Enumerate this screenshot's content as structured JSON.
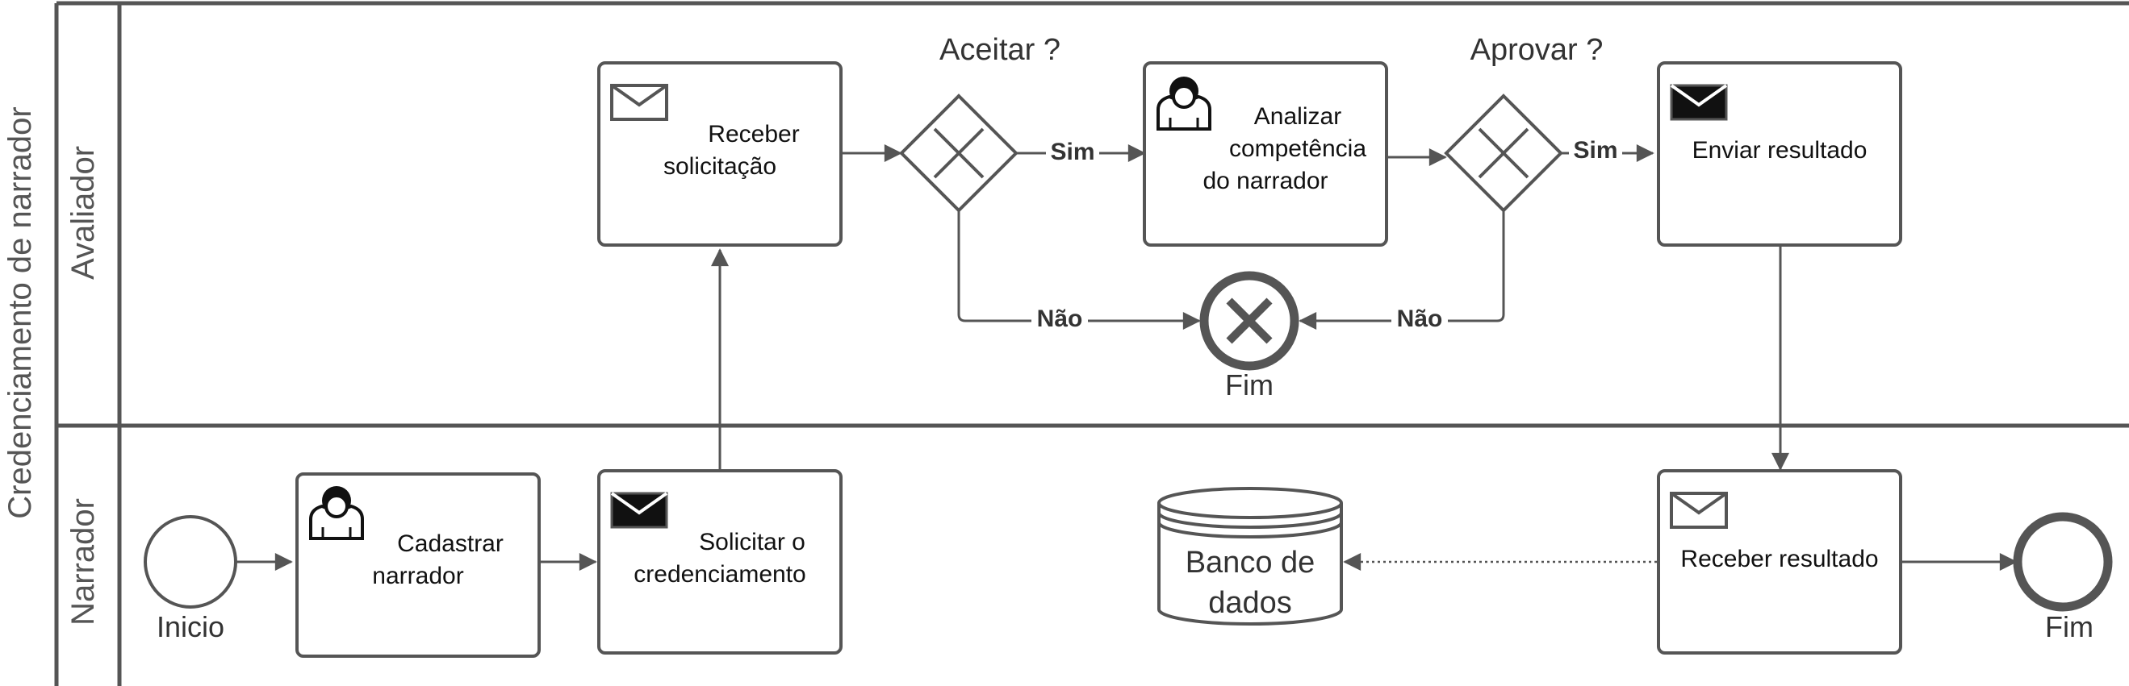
{
  "pool": {
    "title": "Credenciamento de narrador"
  },
  "lanes": {
    "evaluator": "Avaliador",
    "narrator": "Narrador"
  },
  "tasks": {
    "receber_solicitacao": [
      "Receber",
      "solicitação"
    ],
    "analizar": [
      "Analizar",
      "competência",
      "do narrador"
    ],
    "enviar_resultado": [
      "Enviar resultado"
    ],
    "cadastrar": [
      "Cadastrar",
      "narrador"
    ],
    "solicitar": [
      "Solicitar o",
      "credenciamento"
    ],
    "receber_resultado": [
      "Receber resultado"
    ]
  },
  "gateways": {
    "aceitar": "Aceitar ?",
    "aprovar": "Aprovar ?"
  },
  "events": {
    "start": "Inicio",
    "cancel_end": "Fim",
    "end": "Fim"
  },
  "edge_labels": {
    "sim_1": "Sim",
    "sim_2": "Sim",
    "nao_1": "Não",
    "nao_2": "Não"
  },
  "data_store": {
    "label": [
      "Banco de",
      "dados"
    ]
  },
  "colors": {
    "stroke": "#555555",
    "icon": "#111111",
    "background": "#ffffff"
  }
}
